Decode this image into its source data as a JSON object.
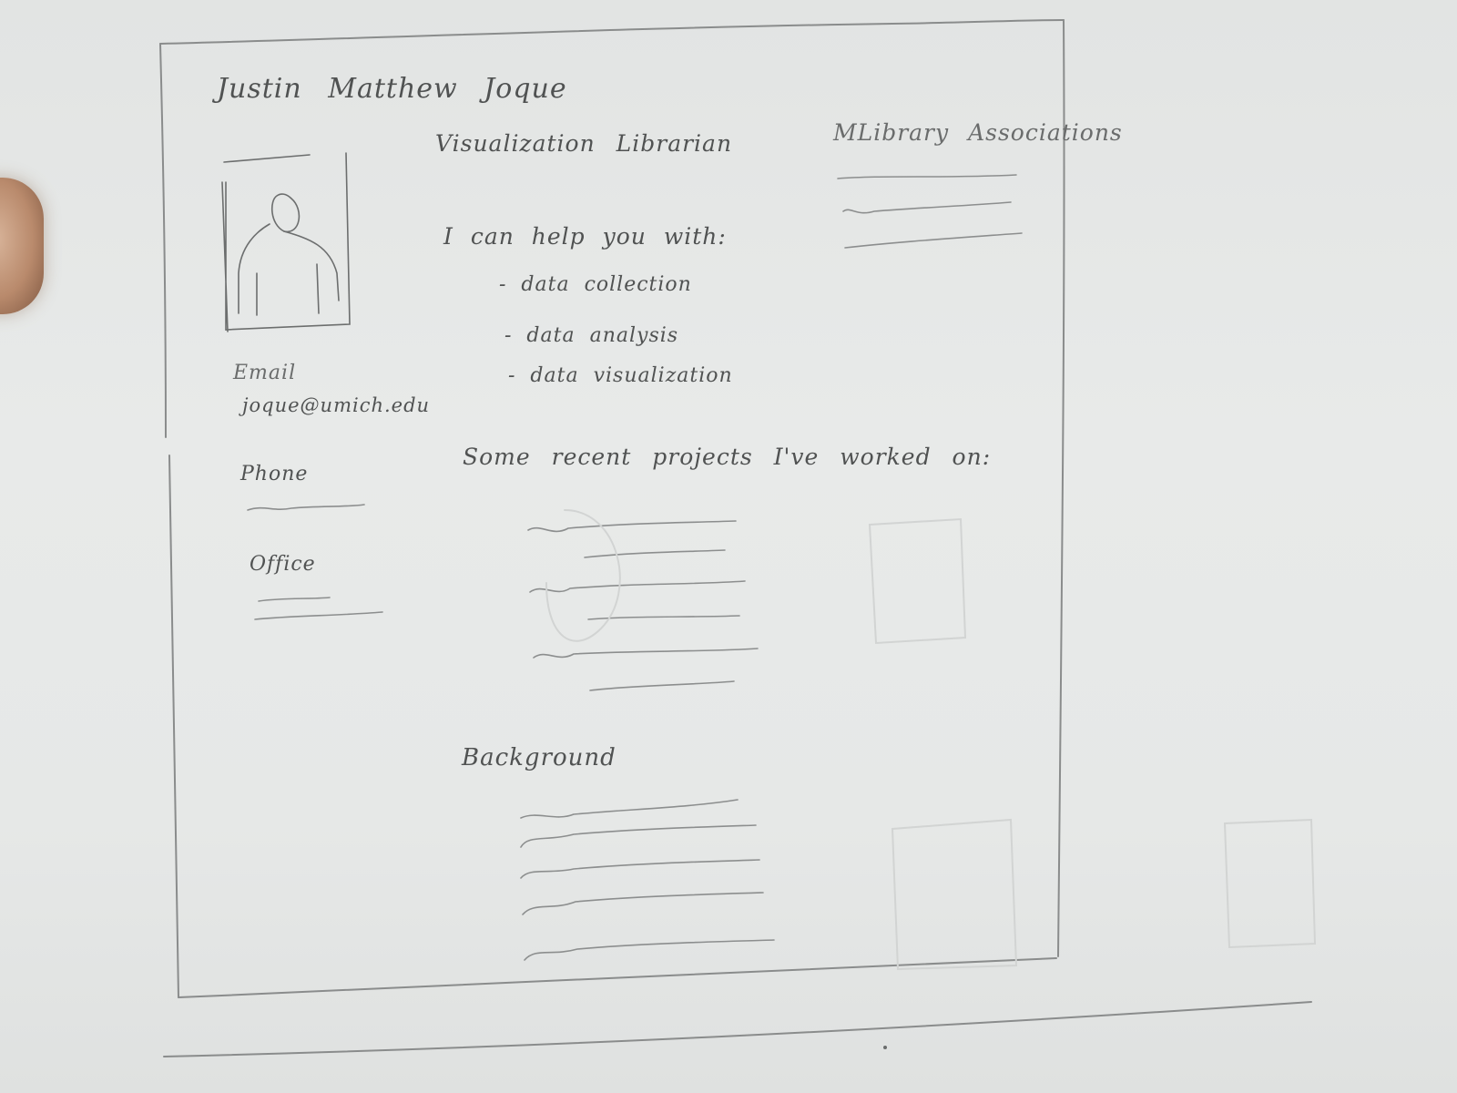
{
  "sketch": {
    "name": "Justin Matthew Joque",
    "job_title": "Visualization Librarian",
    "associations_heading": "MLibrary Associations",
    "help_heading": "I can help you with:",
    "help_items": [
      "- data collection",
      "- data analysis",
      "- data visualization"
    ],
    "email_label": "Email",
    "email_value": "joque@umich.edu",
    "phone_label": "Phone",
    "office_label": "Office",
    "projects_heading": "Some recent projects I've worked on:",
    "background_heading": "Background"
  },
  "colors": {
    "paper": "#e6e8e7",
    "pencil": "#505252"
  }
}
